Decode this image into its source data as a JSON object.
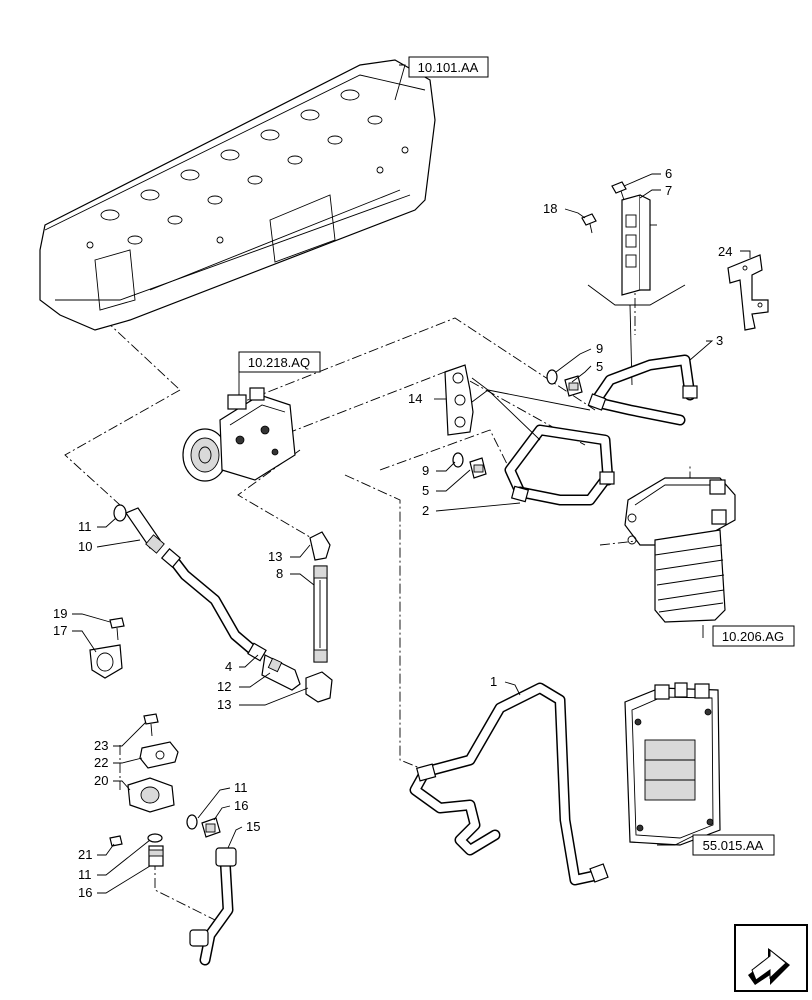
{
  "references": {
    "cylinder_head": "10.101.AA",
    "injection_pump": "10.218.AQ",
    "fuel_filter": "10.206.AG",
    "ecu": "55.015.AA"
  },
  "callouts": {
    "c1": "1",
    "c2": "2",
    "c3": "3",
    "c4": "4",
    "c5a": "5",
    "c5b": "5",
    "c6": "6",
    "c7": "7",
    "c8": "8",
    "c9a": "9",
    "c9b": "9",
    "c10": "10",
    "c11a": "11",
    "c11b": "11",
    "c11c": "11",
    "c12": "12",
    "c13a": "13",
    "c13b": "13",
    "c14": "14",
    "c15": "15",
    "c16a": "16",
    "c16b": "16",
    "c17": "17",
    "c18": "18",
    "c19": "19",
    "c20": "20",
    "c21": "21",
    "c22": "22",
    "c23": "23",
    "c24": "24"
  },
  "icons": {
    "navigation": "next-page-arrow-icon"
  }
}
